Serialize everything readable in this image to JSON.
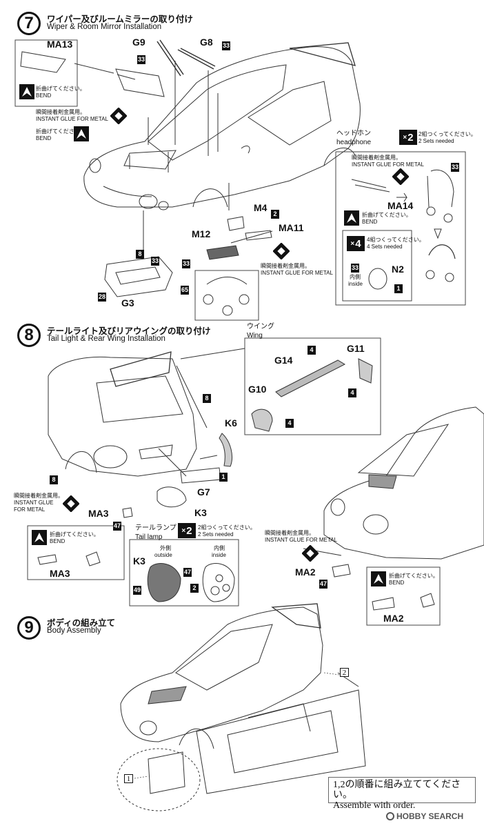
{
  "step7": {
    "number": "7",
    "title_jp": "ワイパー及びルームミラーの取り付け",
    "title_en": "Wiper & Room Mirror Installation",
    "parts": {
      "ma13": "MA13",
      "g9": "G9",
      "g8": "G8",
      "m4": "M4",
      "ma11": "MA11",
      "m12": "M12",
      "g3": "G3"
    },
    "nums": {
      "n33a": "33",
      "n33b": "33",
      "n2": "2",
      "n8": "8",
      "n33c": "33",
      "n33d": "33",
      "n28": "28",
      "n65": "65"
    },
    "bend_jp": "折曲げてください。",
    "bend_en": "BEND",
    "glue_jp": "瞬間接着剤金属用。",
    "glue_en": "INSTANT GLUE FOR METAL",
    "headphone": {
      "title_jp": "ヘッドホン",
      "title_en": "headphone",
      "times": "2",
      "times_jp": "2組つくってください。",
      "times_en": "2 Sets needed",
      "glue_jp": "瞬間接着剤金属用。",
      "glue_en": "INSTANT GLUE FOR METAL",
      "part": "MA14",
      "n33": "33",
      "bend_jp": "折曲げてください。",
      "bend_en": "BEND",
      "times4": "4",
      "times4_jp": "4組つくってください。",
      "times4_en": "4 Sets needed",
      "n2_label": "N2",
      "inside_jp": "内側",
      "inside_en": "inside",
      "n33b": "33",
      "n1": "1"
    }
  },
  "step8": {
    "number": "8",
    "title_jp": "テールライト及びリアウイングの取り付け",
    "title_en": "Tail Light & Rear Wing  Installation",
    "wing_jp": "ウイング",
    "wing_en": "Wing",
    "parts": {
      "g14": "G14",
      "g11": "G11",
      "g10": "G10",
      "k6": "K6",
      "g7": "G7",
      "k3": "K3",
      "ma3": "MA3",
      "ma2": "MA2"
    },
    "nums": {
      "n4a": "4",
      "n4b": "4",
      "n4c": "4",
      "n8a": "8",
      "n8b": "8",
      "n1": "1",
      "n47a": "47",
      "n47b": "47"
    },
    "glue_jp": "瞬間接着剤金属用。",
    "glue_en1": "INSTANT GLUE",
    "glue_en2": "FOR METAL",
    "bend_jp": "折曲げてください。",
    "bend_en": "BEND",
    "ma3_box_label": "MA3",
    "taillamp": {
      "title_jp": "テールランプ",
      "title_en": "Tail lamp",
      "times": "2",
      "times_jp": "2組つくってください。",
      "times_en": "2 Sets needed",
      "outside_jp": "外側",
      "outside_en": "outside",
      "inside_jp": "内側",
      "inside_en": "inside",
      "k3": "K3",
      "n47": "47",
      "n49": "49",
      "n2": "2"
    },
    "glue2_jp": "瞬間接着剤金属用。",
    "glue2_en": "INSTANT GLUE FOR METAL",
    "ma2_box_bend_jp": "折曲げてください。",
    "ma2_box_bend_en": "BEND",
    "ma2_box_label": "MA2"
  },
  "step9": {
    "number": "9",
    "title_jp": "ボディの組み立て",
    "title_en": "Body Assembly",
    "order1": "1",
    "order2": "2",
    "note_jp": "1,2の順番に組み立ててください。",
    "note_en": "Assemble with order."
  },
  "watermark": "HOBBY SEARCH",
  "colors": {
    "ink": "#111111",
    "line": "#444444",
    "wing_fill": "#d9d9d9",
    "dark_fill": "#555555"
  }
}
